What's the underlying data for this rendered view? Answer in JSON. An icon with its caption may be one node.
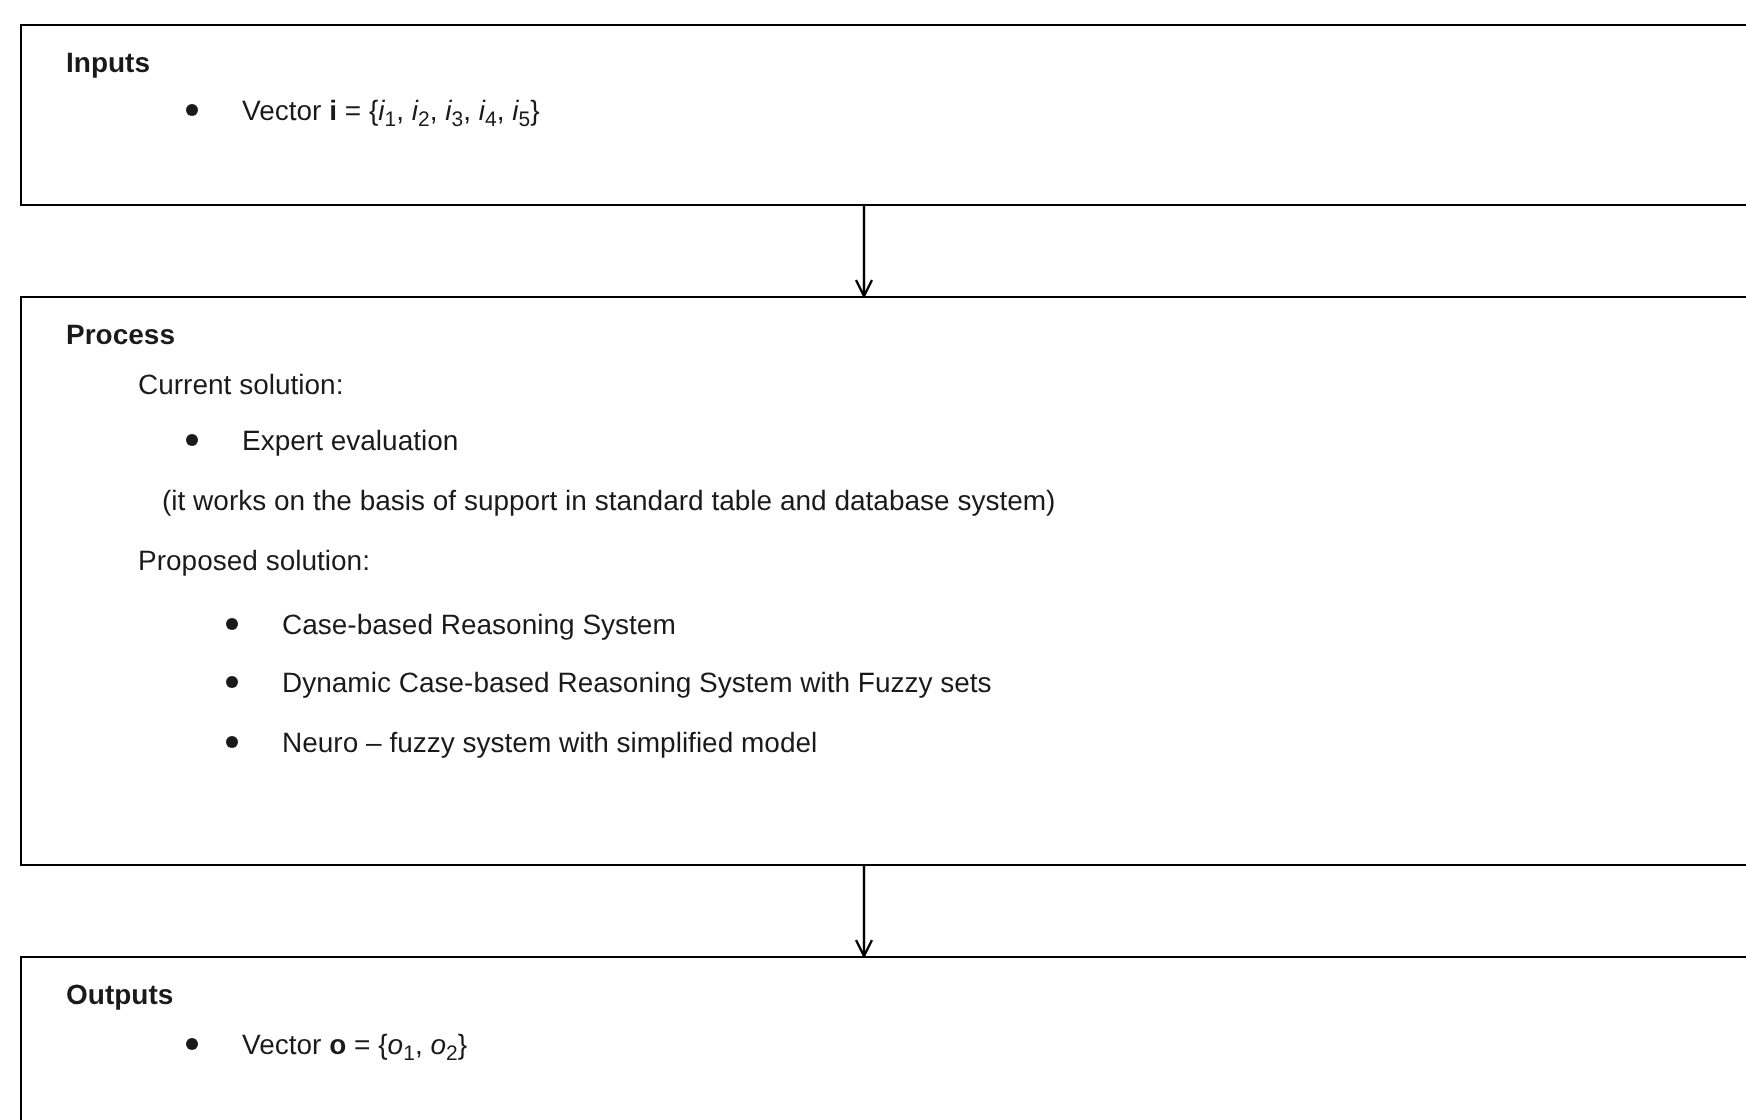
{
  "diagram": {
    "nodes": [
      {
        "text": [
          "Inputs",
          "Vector **i** = {*i*$_{1}$, *i*$_{2}$, *i*$_{3}$, *i*$_{4}$, *i*$_{5}$}"
        ]
      },
      {
        "text": [
          "Process",
          "Current solution:",
          "Expert evaluation",
          "(it works on the basis of support in standard table and database system)",
          "Proposed solution:",
          "Case-based Reasoning System",
          "Dynamic Case-based Reasoning System with Fuzzy sets",
          "Neuro – fuzzy system with simplified model"
        ]
      },
      {
        "text": [
          "Outputs",
          "Vector **o** = {*o*$_{1}$, *o*$_{2}$}"
        ]
      }
    ],
    "edges": [
      {
        "from": 0,
        "to": 1,
        "arrow": "to"
      },
      {
        "from": 1,
        "to": 2,
        "arrow": "to"
      }
    ]
  }
}
